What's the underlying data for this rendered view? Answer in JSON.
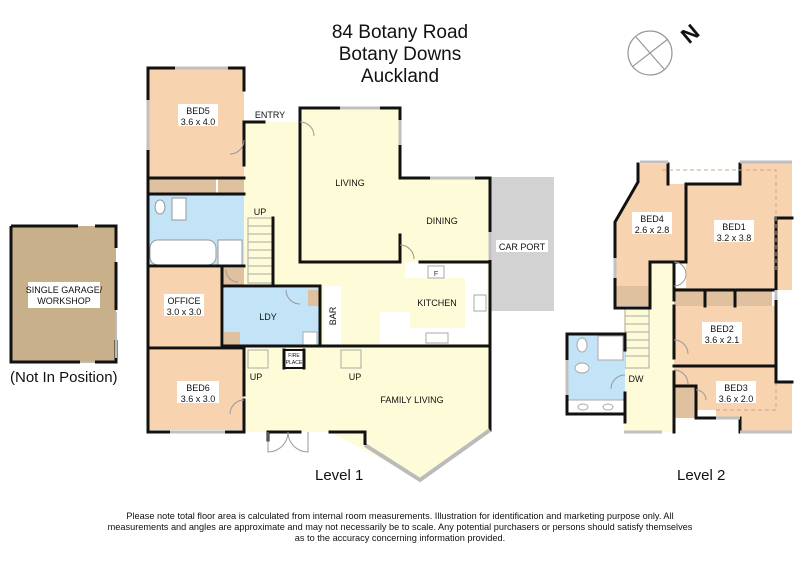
{
  "header": {
    "address_line1": "84 Botany Road",
    "address_line2": "Botany Downs",
    "address_line3": "Auckland"
  },
  "compass": {
    "icon": "north-arrow-icon",
    "label": "N"
  },
  "garage": {
    "label_line1": "SINGLE GARAGE/",
    "label_line2": "WORKSHOP",
    "note": "(Not In Position)"
  },
  "level1": {
    "caption": "Level 1",
    "rooms": {
      "bed5": {
        "name": "BED5",
        "size": "3.6 x 4.0"
      },
      "entry": {
        "name": "ENTRY"
      },
      "living": {
        "name": "LIVING"
      },
      "dining": {
        "name": "DINING"
      },
      "car_port": {
        "name": "CAR PORT"
      },
      "kitchen": {
        "name": "KITCHEN",
        "fridge": "F"
      },
      "office": {
        "name": "OFFICE",
        "size": "3.0 x 3.0"
      },
      "laundry": {
        "name": "LDY"
      },
      "bar": {
        "name": "BAR"
      },
      "fireplace": {
        "line1": "FIRE",
        "line2": "PLACE"
      },
      "bed6": {
        "name": "BED6",
        "size": "3.6 x 3.0"
      },
      "family_living": {
        "name": "FAMILY LIVING"
      },
      "stairs_up_main": "UP",
      "stairs_up_west": "UP",
      "stairs_up_east": "UP"
    }
  },
  "level2": {
    "caption": "Level 2",
    "rooms": {
      "bed4": {
        "name": "BED4",
        "size": "2.6 x 2.8"
      },
      "bed1": {
        "name": "BED1",
        "size": "3.2 x 3.8"
      },
      "bed2": {
        "name": "BED2",
        "size": "3.6 x 2.1"
      },
      "bed3": {
        "name": "BED3",
        "size": "3.6 x 2.0"
      },
      "down": "DW"
    }
  },
  "colors": {
    "bedroom": "#f7d3b0",
    "hall": "#fefcd8",
    "wet": "#c3e3f7",
    "wardrobe": "#e0c19f",
    "garage": "#c8b08a",
    "carport": "#d2d2d2",
    "wall": "#111111",
    "window": "#c0c0c0"
  },
  "disclaimer": {
    "line1": "Please note total floor area is calculated from internal room measurements.  Illustration for identification and marketing purpose only.  All",
    "line2": "measurements and angles are approximate and may not necessarily be to scale.  Any potential purchasers or persons should satisfy themselves",
    "line3": "as to the accuracy concerning information provided."
  }
}
